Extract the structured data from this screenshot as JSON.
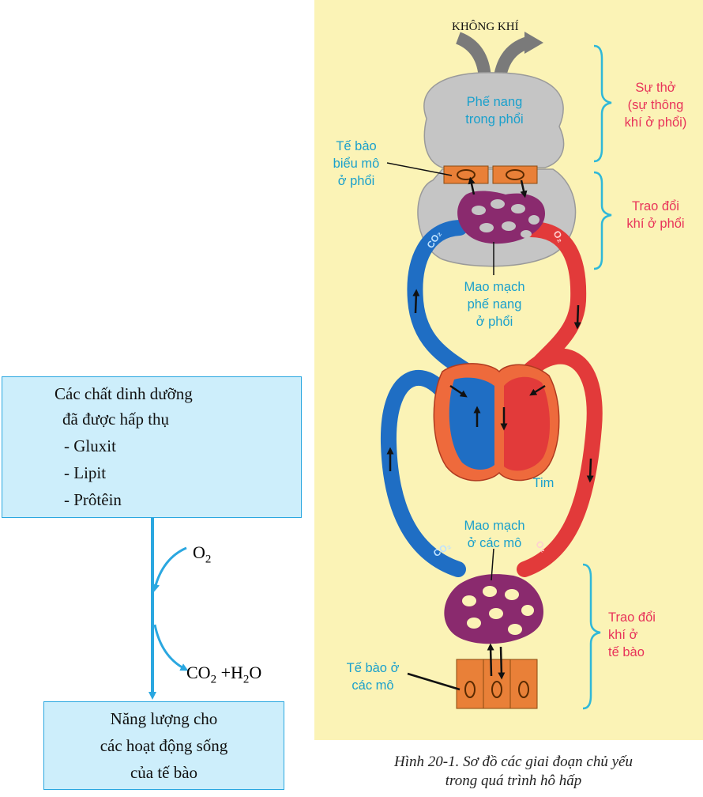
{
  "left_diagram": {
    "nutrients_box": {
      "line1": "Các chất dinh dưỡng",
      "line2": "đã được hấp thụ",
      "items": [
        "- Gluxit",
        "- Lipit",
        "- Prôtêin"
      ]
    },
    "oxygen": {
      "base": "O",
      "sub": "2"
    },
    "products": {
      "co": "CO",
      "co_sub": "2",
      "plus": " +H",
      "h_sub": "2",
      "o": "O"
    },
    "energy_box": {
      "line1": "Năng lượng cho",
      "line2": "các hoạt động sống",
      "line3": "của tế bào"
    }
  },
  "right_diagram": {
    "air": "KHÔNG KHÍ",
    "alveoli": [
      "Phế nang",
      "trong phổi"
    ],
    "lung_epithelium": [
      "Tế bào",
      "biểu mô",
      "ở phổi"
    ],
    "alveolar_capillaries": [
      "Mao mạch",
      "phế nang",
      "ở phổi"
    ],
    "heart": "Tim",
    "tissue_capillaries": [
      "Mao mạch",
      "ở các mô"
    ],
    "tissue_cells": [
      "Tế bào ở",
      "các mô"
    ],
    "gas_labels": {
      "co2": "CO₂",
      "o2": "O₂"
    },
    "stages": {
      "breathing": [
        "Sự thở",
        "(sự thông",
        "khí ở phổi)"
      ],
      "lung_exchange": [
        "Trao đổi",
        "khí ở phổi"
      ],
      "tissue_exchange": [
        "Trao đổi",
        "khí ở",
        "tế bào"
      ]
    },
    "colors": {
      "background": "#fbf3b6",
      "venous": "#1f6ec4",
      "arterial": "#e23a3a",
      "capillary": "#8a2a6e",
      "label": "#1aa0cc",
      "stage": "#e8335a"
    }
  },
  "caption": {
    "line1": "Hình 20-1. Sơ đồ các giai đoạn chủ yếu",
    "line2": "trong quá trình hô hấp"
  }
}
